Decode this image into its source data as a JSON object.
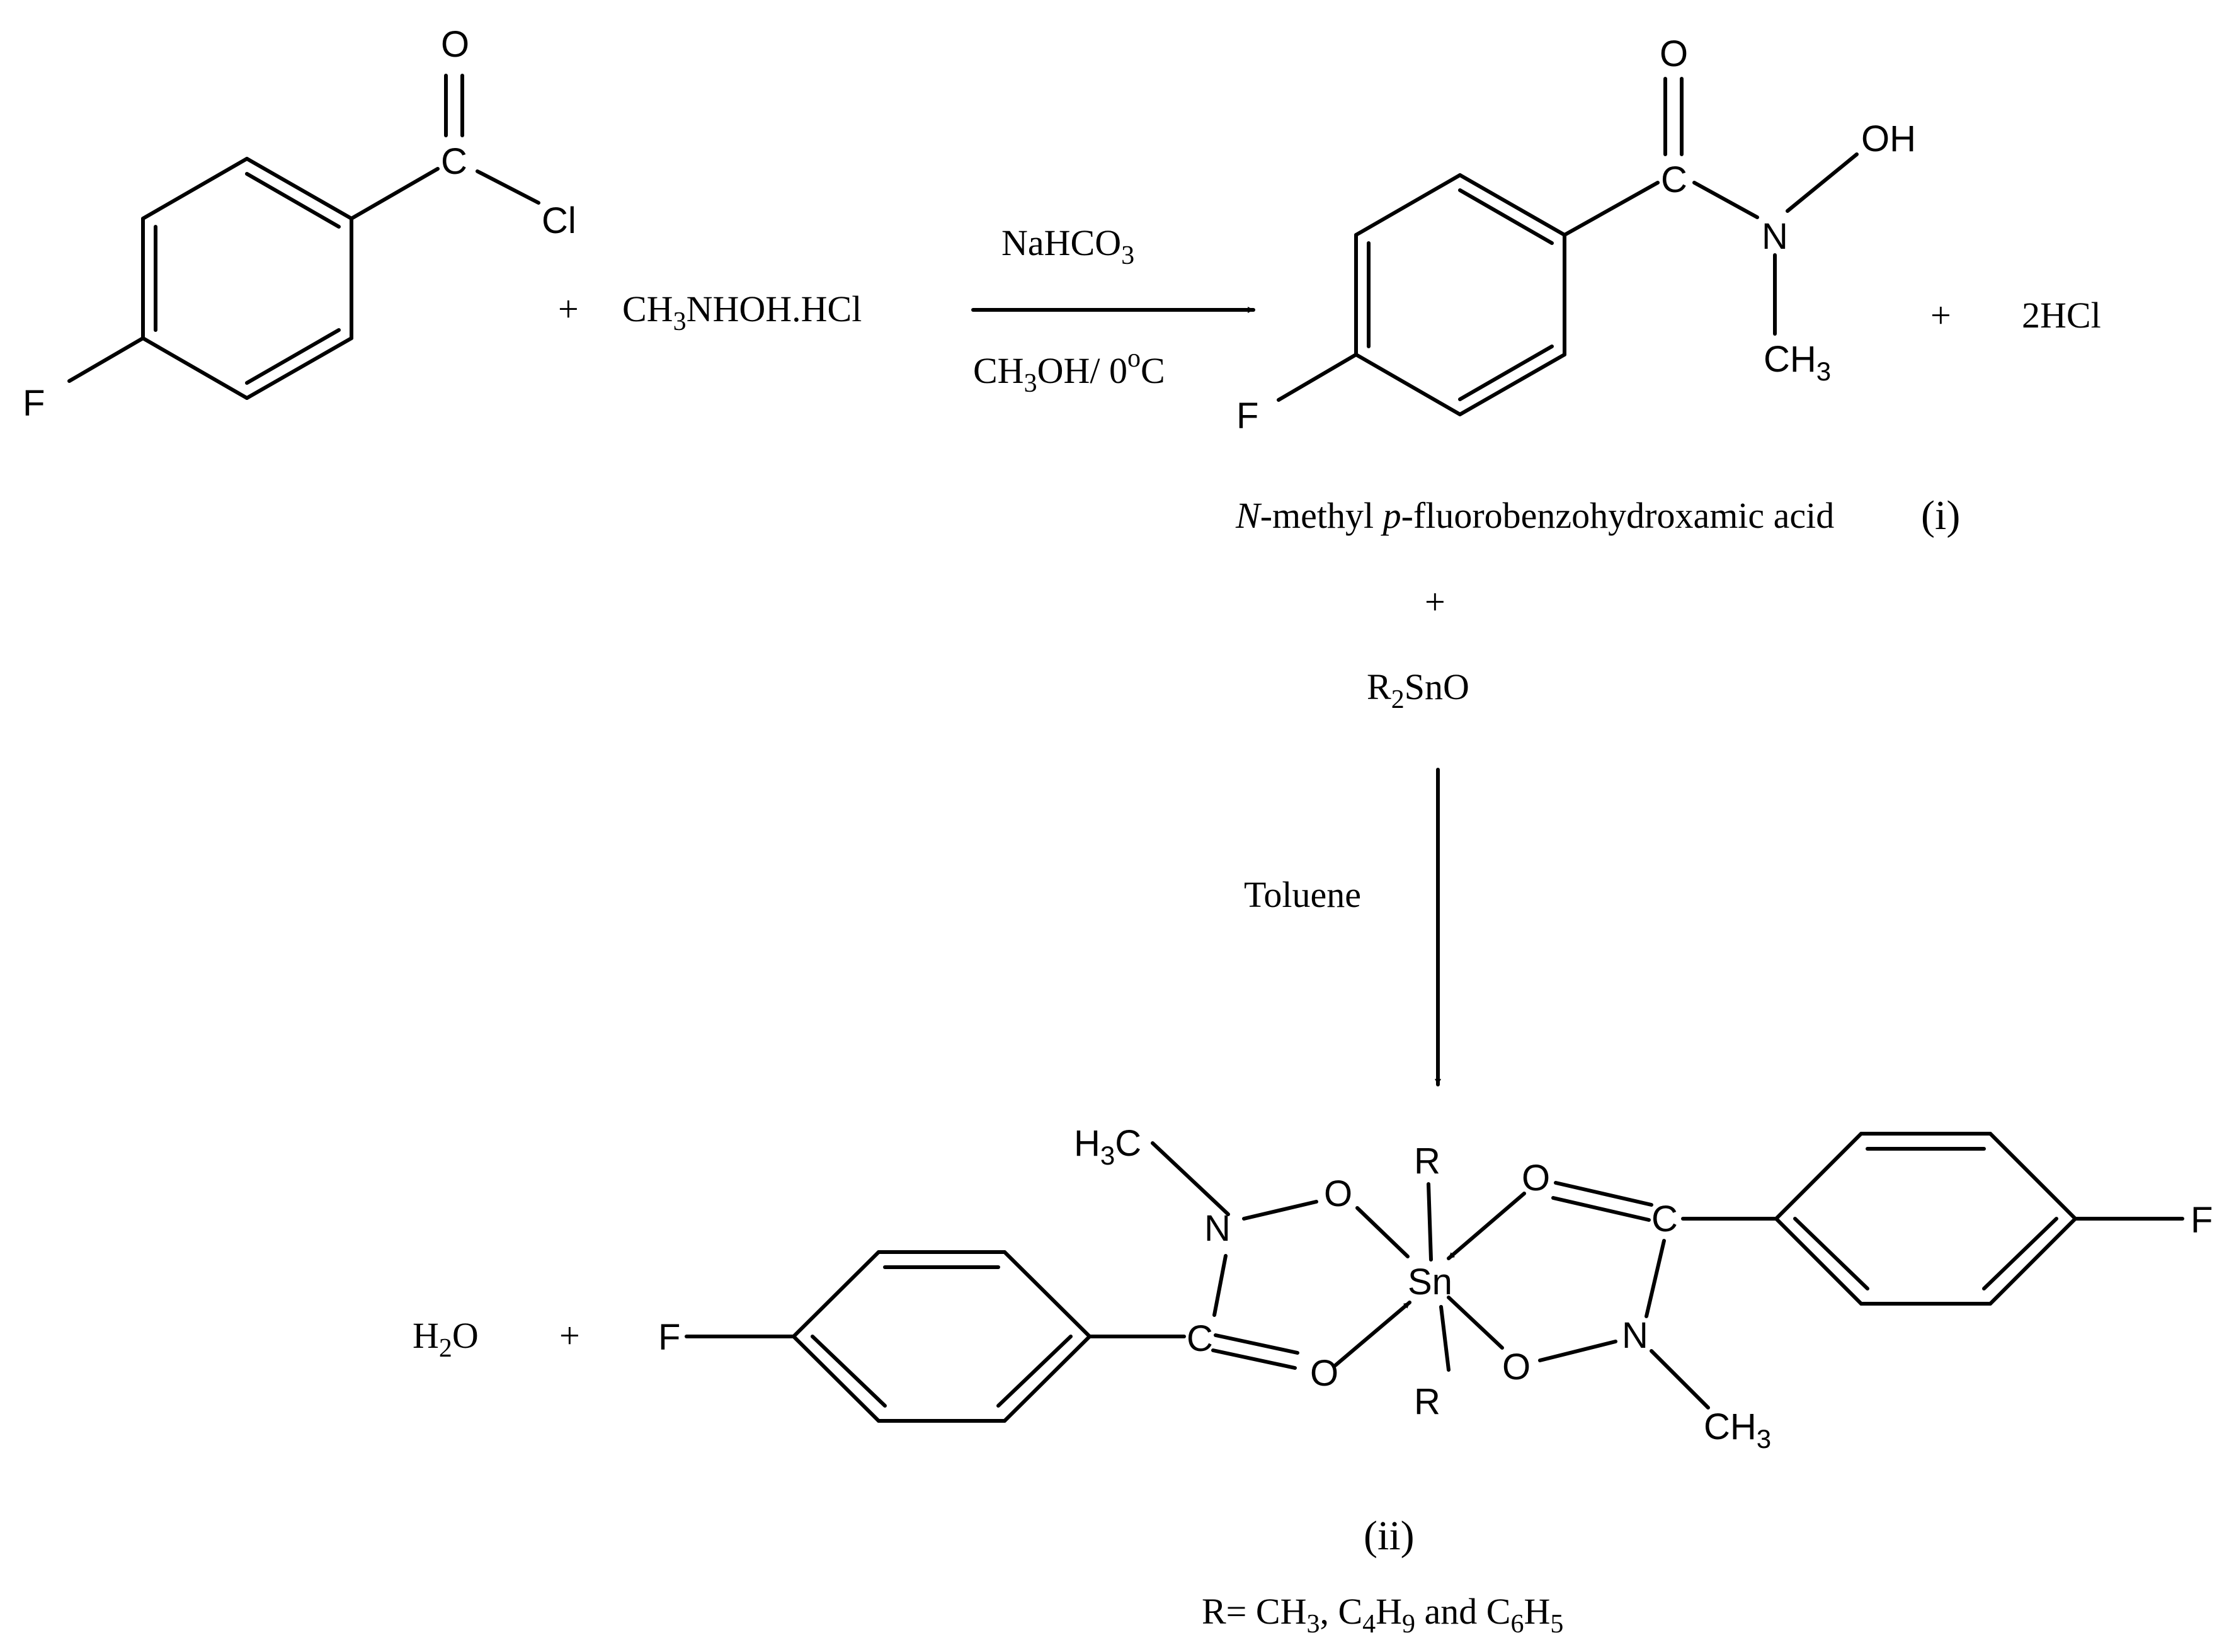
{
  "atoms": {
    "O": "O",
    "Cl": "Cl",
    "C": "C",
    "F": "F",
    "N": "N",
    "OH": "OH",
    "CH": "CH",
    "H": "H",
    "sub3": "3",
    "R": "R",
    "Sn": "Sn"
  },
  "reagents": {
    "reagent1_a": "CH",
    "reagent1_sub": "3",
    "reagent1_b": "NHOH.HCl",
    "cond_top_a": "NaHCO",
    "cond_top_sub": "3",
    "cond_bottom_a": "CH",
    "cond_bottom_sub": "3",
    "cond_bottom_b": "OH/ 0",
    "cond_bottom_sup": "o",
    "cond_bottom_c": "C",
    "byproduct": "2HCl",
    "r2sno_a": "R",
    "r2sno_sub": "2",
    "r2sno_b": "SnO",
    "solvent": "Toluene",
    "water_a": "H",
    "water_sub": "2",
    "water_b": "O"
  },
  "labels": {
    "plus": "+",
    "product1_n": "N",
    "product1_mid": "-methyl ",
    "product1_p": "p",
    "product1_rest": "-fluorobenzohydroxamic acid",
    "product1_num": "(i)",
    "product2_num": "(ii)",
    "r_def_a": "R= CH",
    "r_def_s1": "3",
    "r_def_b": ", C",
    "r_def_s2": "4",
    "r_def_c": "H",
    "r_def_s3": "9",
    "r_def_d": " and C",
    "r_def_s4": "6",
    "r_def_e": "H",
    "r_def_s5": "5"
  }
}
